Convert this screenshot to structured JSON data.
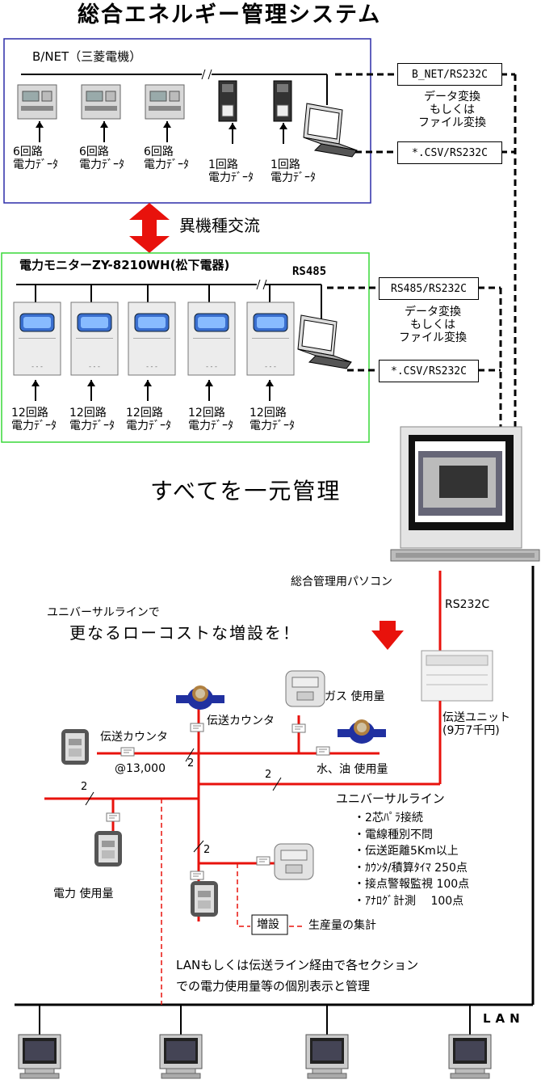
{
  "title": "総合エネルギー管理システム",
  "bnet": {
    "label": "B/NET（三菱電機）",
    "meter_labels": [
      {
        "l1": "6回路",
        "l2": "電力ﾃﾞｰﾀ"
      },
      {
        "l1": "6回路",
        "l2": "電力ﾃﾞｰﾀ"
      },
      {
        "l1": "6回路",
        "l2": "電力ﾃﾞｰﾀ"
      },
      {
        "l1": "1回路",
        "l2": "電力ﾃﾞｰﾀ"
      },
      {
        "l1": "1回路",
        "l2": "電力ﾃﾞｰﾀ"
      }
    ],
    "converter1": "B_NET/RS232C",
    "converter2": "*.CSV/RS232C",
    "convert_note": [
      "データ変換",
      "もしくは",
      "ファイル変換"
    ]
  },
  "exchange_label": "異機種交流",
  "monitor": {
    "label": "電力モニターZY-8210WH(松下電器)",
    "bus_label": "RS485",
    "meter_labels": [
      {
        "l1": "12回路",
        "l2": "電力ﾃﾞｰﾀ"
      },
      {
        "l1": "12回路",
        "l2": "電力ﾃﾞｰﾀ"
      },
      {
        "l1": "12回路",
        "l2": "電力ﾃﾞｰﾀ"
      },
      {
        "l1": "12回路",
        "l2": "電力ﾃﾞｰﾀ"
      },
      {
        "l1": "12回路",
        "l2": "電力ﾃﾞｰﾀ"
      }
    ],
    "converter1": "RS485/RS232C",
    "converter2": "*.CSV/RS232C",
    "convert_note": [
      "データ変換",
      "もしくは",
      "ファイル変換"
    ]
  },
  "unify_label": "すべてを一元管理",
  "pc_label": "総合管理用パソコン",
  "rs232c_label": "RS232C",
  "universal_intro": "ユニバーサルラインで",
  "universal_headline": "更なるローコストな増設を！",
  "transmit_unit": {
    "l1": "伝送ユニット",
    "l2": "(9万7千円)"
  },
  "gas_label": "ガス 使用量",
  "counter_label_top": "伝送カウンタ",
  "counter_label_left": "伝送カウンタ",
  "price_label": "@13,000",
  "water_label": "水、油 使用量",
  "power_label": "電力 使用量",
  "wire_count": "2",
  "universal_title": "ユニバーサルライン",
  "features": [
    "・2芯ﾊﾟﾗ接続",
    "・電線種別不問",
    "・伝送距離5Km以上",
    "・ｶｳﾝﾀ/積算ﾀｲﾏ 250点",
    "・接点警報監視 100点",
    "・ｱﾅﾛｸﾞ計測　 100点"
  ],
  "addon_label": "増設",
  "production_label": "生産量の集計",
  "lan_note_line1": "LANもしくは伝送ライン経由で各セクション",
  "lan_note_line2": "での電力使用量等の個別表示と管理",
  "lan_label": "LAN",
  "colors": {
    "blue_frame": "#2c2ca8",
    "green_frame": "#39d839",
    "red": "#e8120c"
  }
}
